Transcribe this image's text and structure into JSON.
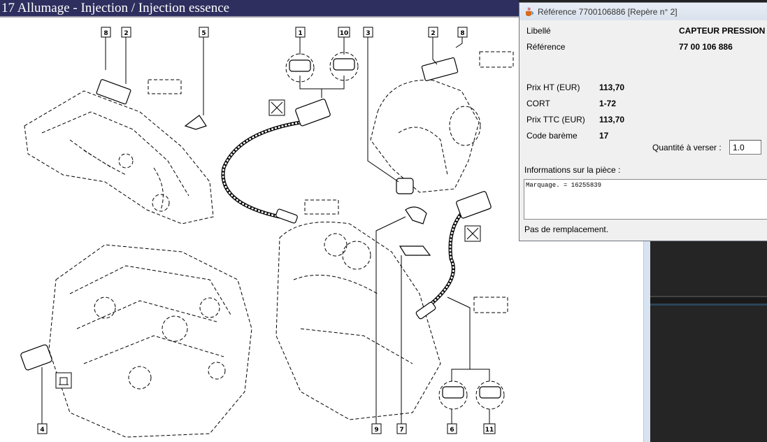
{
  "header": {
    "title": "17 Allumage - Injection / Injection essence"
  },
  "diagram": {
    "callouts": [
      "8",
      "2",
      "5",
      "1",
      "10",
      "3",
      "2",
      "8",
      "4",
      "9",
      "7",
      "6",
      "11"
    ]
  },
  "dialog": {
    "title": "Référence 7700106886 [Repère n° 2]",
    "icon": "java-cup-icon",
    "libelle_label": "Libellé",
    "libelle_value": "CAPTEUR PRESSION",
    "reference_label": "Référence",
    "reference_value": "77 00 106 886",
    "prix_ht_label": "Prix HT (EUR)",
    "prix_ht_value": "113,70",
    "cort_label": "CORT",
    "cort_value": "1-72",
    "prix_ttc_label": "Prix TTC (EUR)",
    "prix_ttc_value": "113,70",
    "code_bareme_label": "Code barème",
    "code_bareme_value": "17",
    "quantite_label": "Quantité à verser :",
    "quantite_value": "1.0",
    "info_label": "Informations sur la pièce :",
    "info_text": "Marquage. = 16255839",
    "remplacement": "Pas de remplacement."
  },
  "colors": {
    "titlebar": "#2e2f5e",
    "dark_panel": "#252525"
  }
}
